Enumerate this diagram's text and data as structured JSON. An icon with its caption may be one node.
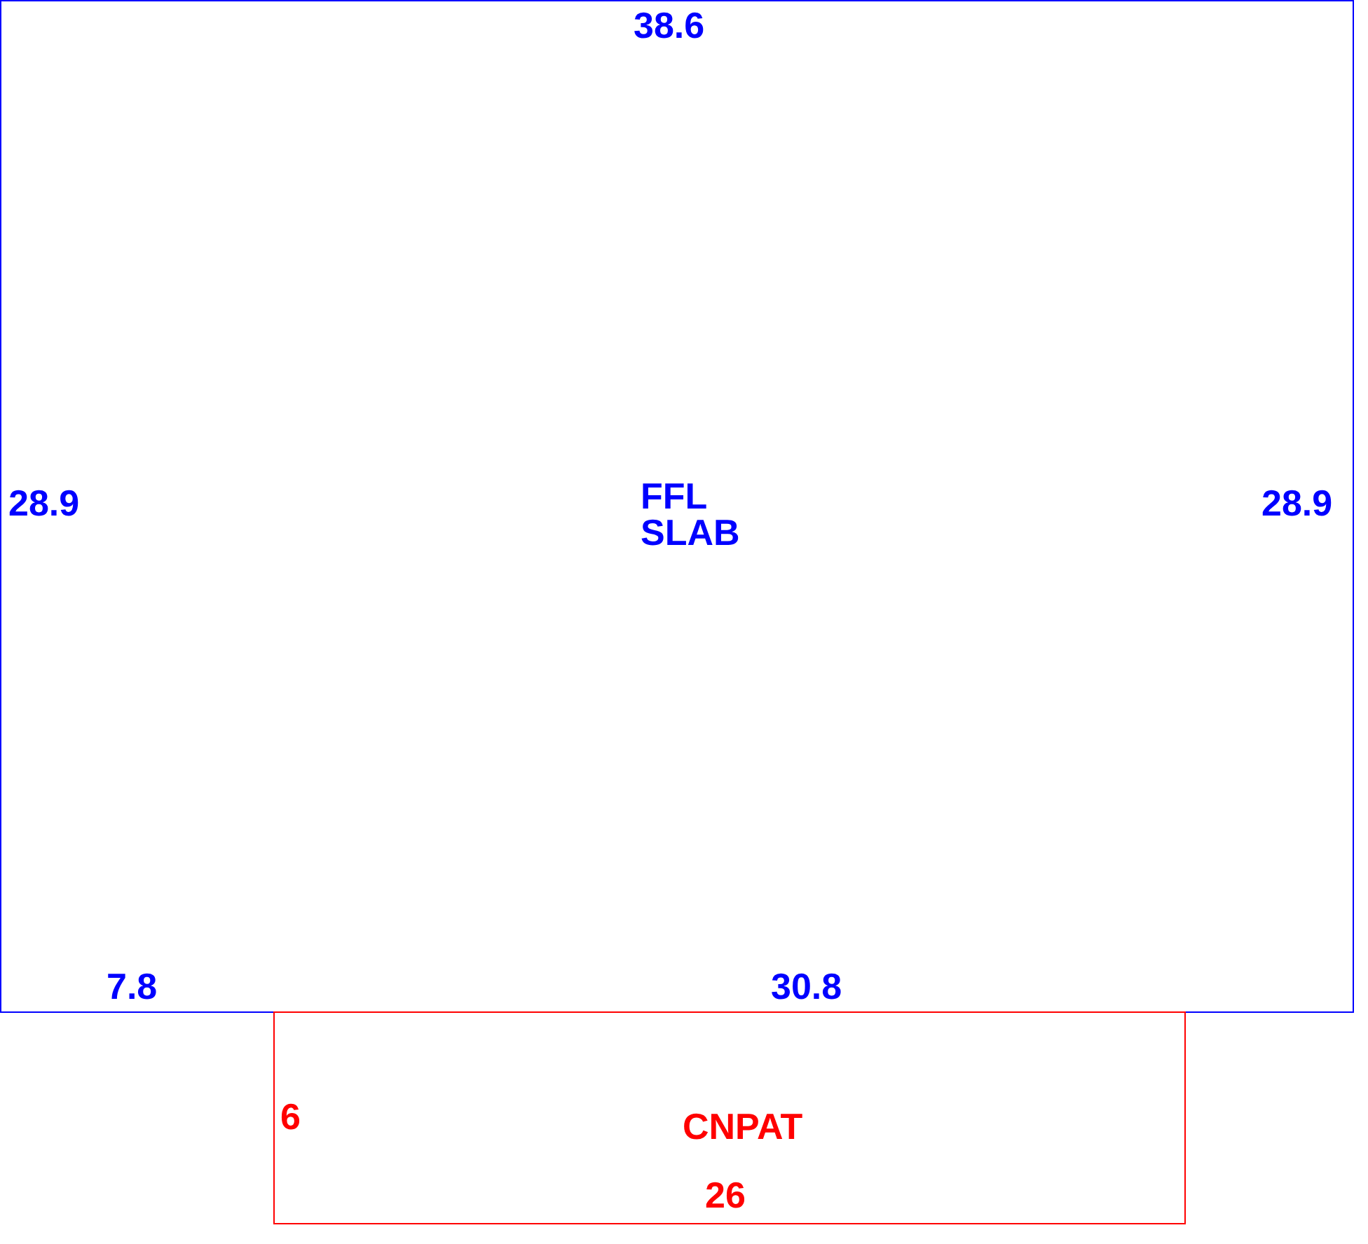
{
  "diagram": {
    "nodes": [
      {
        "text": [
          "FFL SLAB"
        ]
      },
      {
        "text": [
          "CNPAT"
        ]
      }
    ],
    "labels": [
      "38.6",
      "28.9",
      "28.9",
      "7.8",
      "30.8",
      "6",
      "26"
    ]
  }
}
